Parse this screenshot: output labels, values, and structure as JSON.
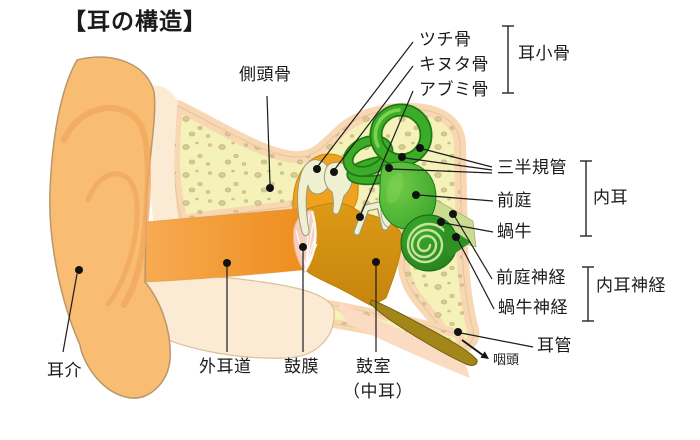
{
  "title": "【耳の構造】",
  "labels": {
    "temporal_bone": "側頭骨",
    "malleus": "ツチ骨",
    "incus": "キヌタ骨",
    "stapes": "アブミ骨",
    "ossicles": "耳小骨",
    "semicircular_canals": "三半規管",
    "vestibule": "前庭",
    "cochlea": "蝸牛",
    "inner_ear": "内耳",
    "vestibular_nerve": "前庭神経",
    "cochlear_nerve": "蝸牛神経",
    "vestibulocochlear_nerve": "内耳神経",
    "eustachian_tube": "耳管",
    "pharynx": "咽頭",
    "auricle": "耳介",
    "ear_canal": "外耳道",
    "eardrum": "鼓膜",
    "tympanic_cavity": "鼓室",
    "tympanic_cavity_paren": "（中耳）"
  },
  "colors": {
    "auricle_skin": "#f8bc72",
    "skin_cream": "#fbebd5",
    "bone_fill": "#f4f2b9",
    "bone_rim_peach": "#fad7b3",
    "canal_orange_start": "#f7ab52",
    "canal_orange_end": "#ee8d1d",
    "middle_ear_mustard": "#d0910f",
    "attic_orange": "#f0a21f",
    "ossicle_cream": "#efefd2",
    "inner_ear_green": "#3fae2a",
    "cochlea_green": "#2e9023",
    "nerve_light_green": "#cbdc92",
    "eustachian_olive": "#a3861a",
    "eardrum_pink": "#f8cebf",
    "leader_line": "#1c1c1c"
  }
}
